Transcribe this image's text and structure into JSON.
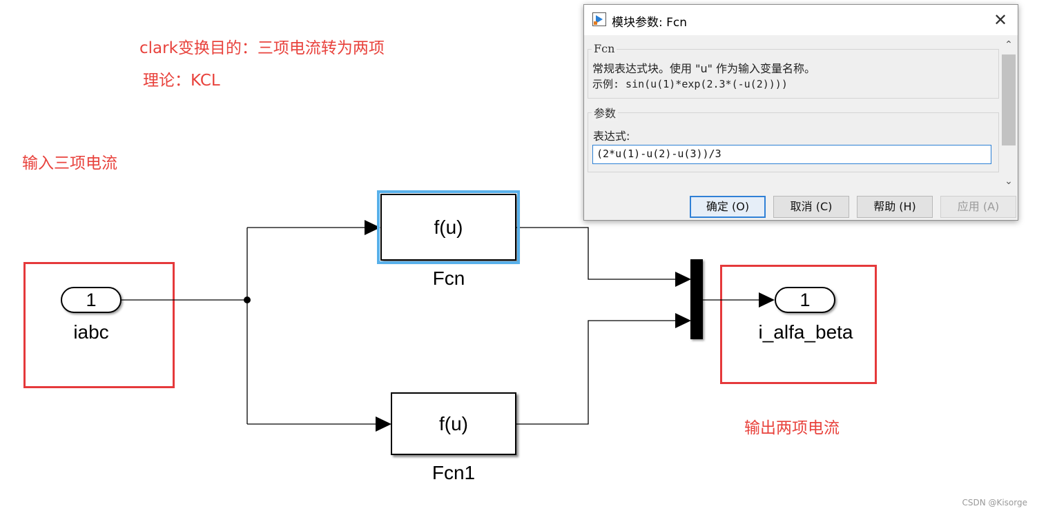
{
  "annotations": {
    "clark_purpose": "clark变换目的：三项电流转为两项",
    "theory": "理论：KCL",
    "input_label": "输入三项电流",
    "output_label": "输出两项电流"
  },
  "diagram": {
    "inport": {
      "number": "1",
      "name": "iabc"
    },
    "fcn_block": {
      "text": "f(u)",
      "name": "Fcn"
    },
    "fcn1_block": {
      "text": "f(u)",
      "name": "Fcn1"
    },
    "outport": {
      "number": "1",
      "name": "i_alfa_beta"
    }
  },
  "dialog": {
    "title": "模块参数: Fcn",
    "close": "✕",
    "section_fcn": {
      "legend": "Fcn",
      "line1": "常规表达式块。使用 \"u\" 作为输入变量名称。",
      "line2": "示例: sin(u(1)*exp(2.3*(-u(2))))"
    },
    "section_params": {
      "legend": "参数",
      "expr_label": "表达式:",
      "expr_value": "(2*u(1)-u(2)-u(3))/3"
    },
    "buttons": {
      "ok": "确定 (O)",
      "cancel": "取消 (C)",
      "help": "帮助 (H)",
      "apply": "应用 (A)"
    }
  },
  "watermark": "CSDN @Kisorge",
  "colors": {
    "annotation": "#e8423c",
    "selection": "#58b0ea",
    "primary_button": "#2f80d6"
  }
}
